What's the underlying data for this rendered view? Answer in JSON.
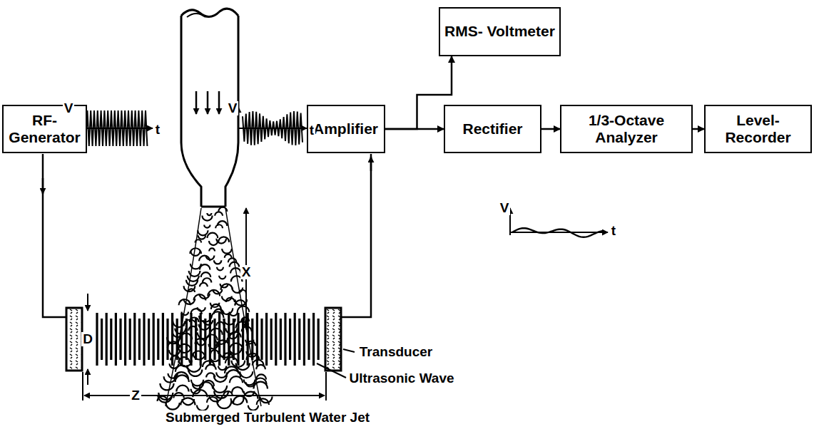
{
  "diagram": {
    "nodes": [
      {
        "text": [
          "RF- Generator"
        ]
      },
      {
        "text": [
          "Amplifier"
        ]
      },
      {
        "text": [
          "RMS- Voltmeter"
        ]
      },
      {
        "text": [
          "Rectifier"
        ]
      },
      {
        "text": [
          "1/3-Octave Analyzer"
        ]
      },
      {
        "text": [
          "Level- Recorder"
        ]
      }
    ],
    "edges": [
      {
        "from": 1,
        "to": 3,
        "arrow": "to"
      },
      {
        "from": 1,
        "to": 2,
        "arrow": "to"
      },
      {
        "from": 3,
        "to": 4,
        "arrow": "to"
      },
      {
        "from": 4,
        "to": 5,
        "arrow": "to"
      }
    ],
    "labels": [
      "V",
      "t",
      "V",
      "t",
      "V",
      "t",
      "X",
      "D",
      "Z",
      "Transducer",
      "Ultrasonic Wave",
      "Submerged Turbulent Water Jet"
    ]
  }
}
